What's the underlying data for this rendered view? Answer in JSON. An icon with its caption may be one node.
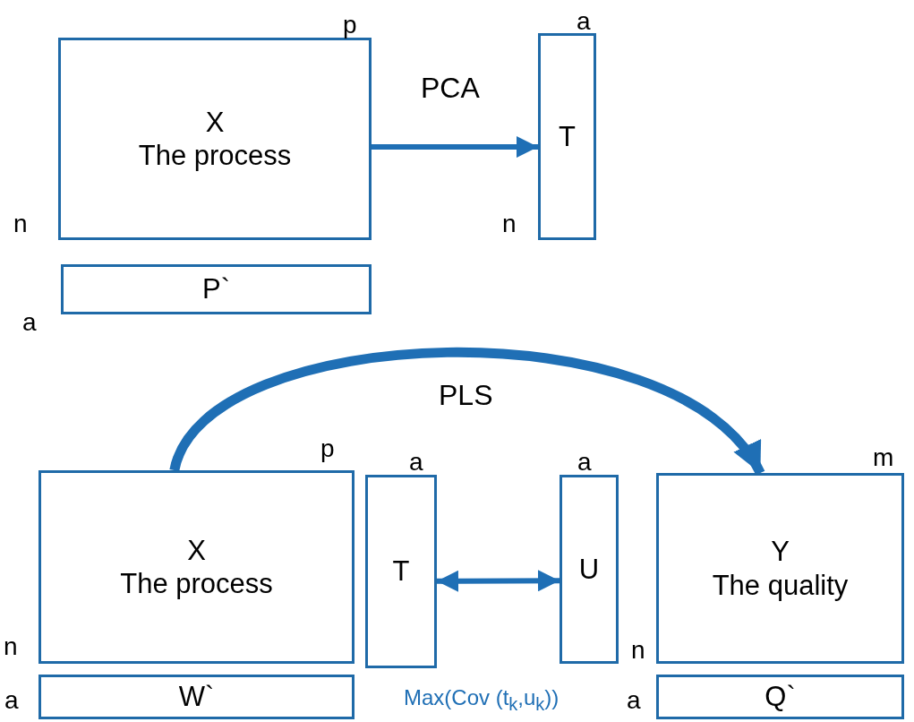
{
  "diagram": {
    "nodes": [
      {
        "text": [
          "X",
          "The process"
        ],
        "beside": [
          "p",
          "n"
        ]
      },
      {
        "text": [
          "T"
        ],
        "beside": [
          "a",
          "n"
        ]
      },
      {
        "text": [
          "P`"
        ],
        "beside": [
          "a"
        ]
      },
      {
        "text": [
          "X",
          "The process"
        ],
        "beside": [
          "p",
          "n"
        ]
      },
      {
        "text": [
          "T"
        ],
        "beside": [
          "a"
        ]
      },
      {
        "text": [
          "U"
        ],
        "beside": [
          "a"
        ]
      },
      {
        "text": [
          "Y",
          "The quality"
        ],
        "beside": [
          "m",
          "n"
        ]
      },
      {
        "text": [
          "W`"
        ],
        "beside": [
          "a"
        ]
      },
      {
        "text": [
          "Q`"
        ],
        "beside": [
          "a"
        ]
      }
    ],
    "edges": [
      {
        "from": 0,
        "to": 1,
        "arrow": "to",
        "label": "PCA"
      },
      {
        "from": 3,
        "to": 6,
        "arrow": "to",
        "label": "PLS",
        "style": "thick"
      },
      {
        "from": 4,
        "to": 5,
        "arrow": "both"
      }
    ],
    "labels": [
      "Max(Cov (t$_{k}$,u$_{k}$))"
    ]
  }
}
